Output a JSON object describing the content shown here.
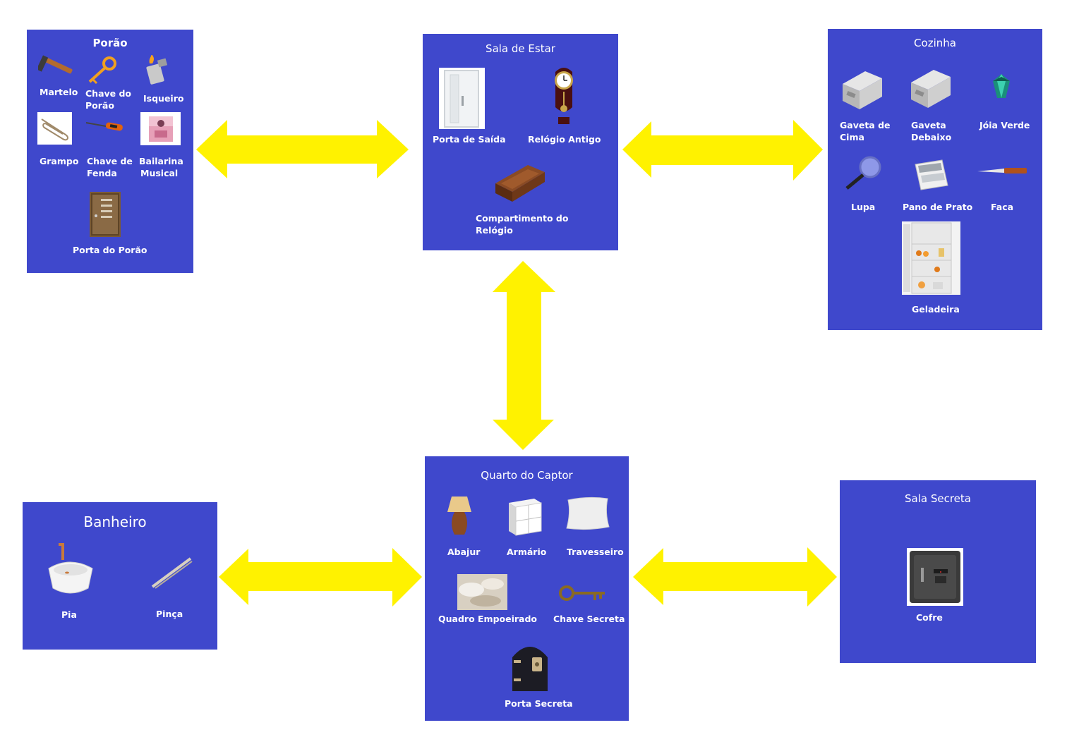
{
  "rooms": {
    "porao": {
      "title": "Porão",
      "items": {
        "martelo": "Martelo",
        "chave_porao_1": "Chave do",
        "chave_porao_2": "Porão",
        "isqueiro": "Isqueiro",
        "grampo": "Grampo",
        "chave_fenda_1": "Chave de",
        "chave_fenda_2": "Fenda",
        "bailarina_1": "Bailarina",
        "bailarina_2": "Musical",
        "porta_porao": "Porta do Porão"
      }
    },
    "sala_estar": {
      "title": "Sala de Estar",
      "items": {
        "porta_saida": "Porta de Saída",
        "relogio": "Relógio Antigo",
        "compartimento_1": "Compartimento do",
        "compartimento_2": "Relógio"
      }
    },
    "cozinha": {
      "title": "Cozinha",
      "items": {
        "gaveta_cima_1": "Gaveta de",
        "gaveta_cima_2": "Cima",
        "gaveta_debaixo_1": "Gaveta",
        "gaveta_debaixo_2": "Debaixo",
        "joia": "Jóia Verde",
        "lupa": "Lupa",
        "pano": "Pano de Prato",
        "faca": "Faca",
        "geladeira": "Geladeira"
      }
    },
    "quarto": {
      "title": "Quarto do Captor",
      "items": {
        "abajur": "Abajur",
        "armario": "Armário",
        "travesseiro": "Travesseiro",
        "quadro": "Quadro Empoeirado",
        "chave_secreta": "Chave Secreta",
        "porta_secreta": "Porta Secreta"
      }
    },
    "banheiro": {
      "title": "Banheiro",
      "items": {
        "pia": "Pia",
        "pinca": "Pinça"
      }
    },
    "sala_secreta": {
      "title": "Sala Secreta",
      "items": {
        "cofre": "Cofre"
      }
    }
  },
  "colors": {
    "room_fill": "#3f48cc",
    "arrow_fill": "#fff200",
    "text": "#ffffff"
  }
}
